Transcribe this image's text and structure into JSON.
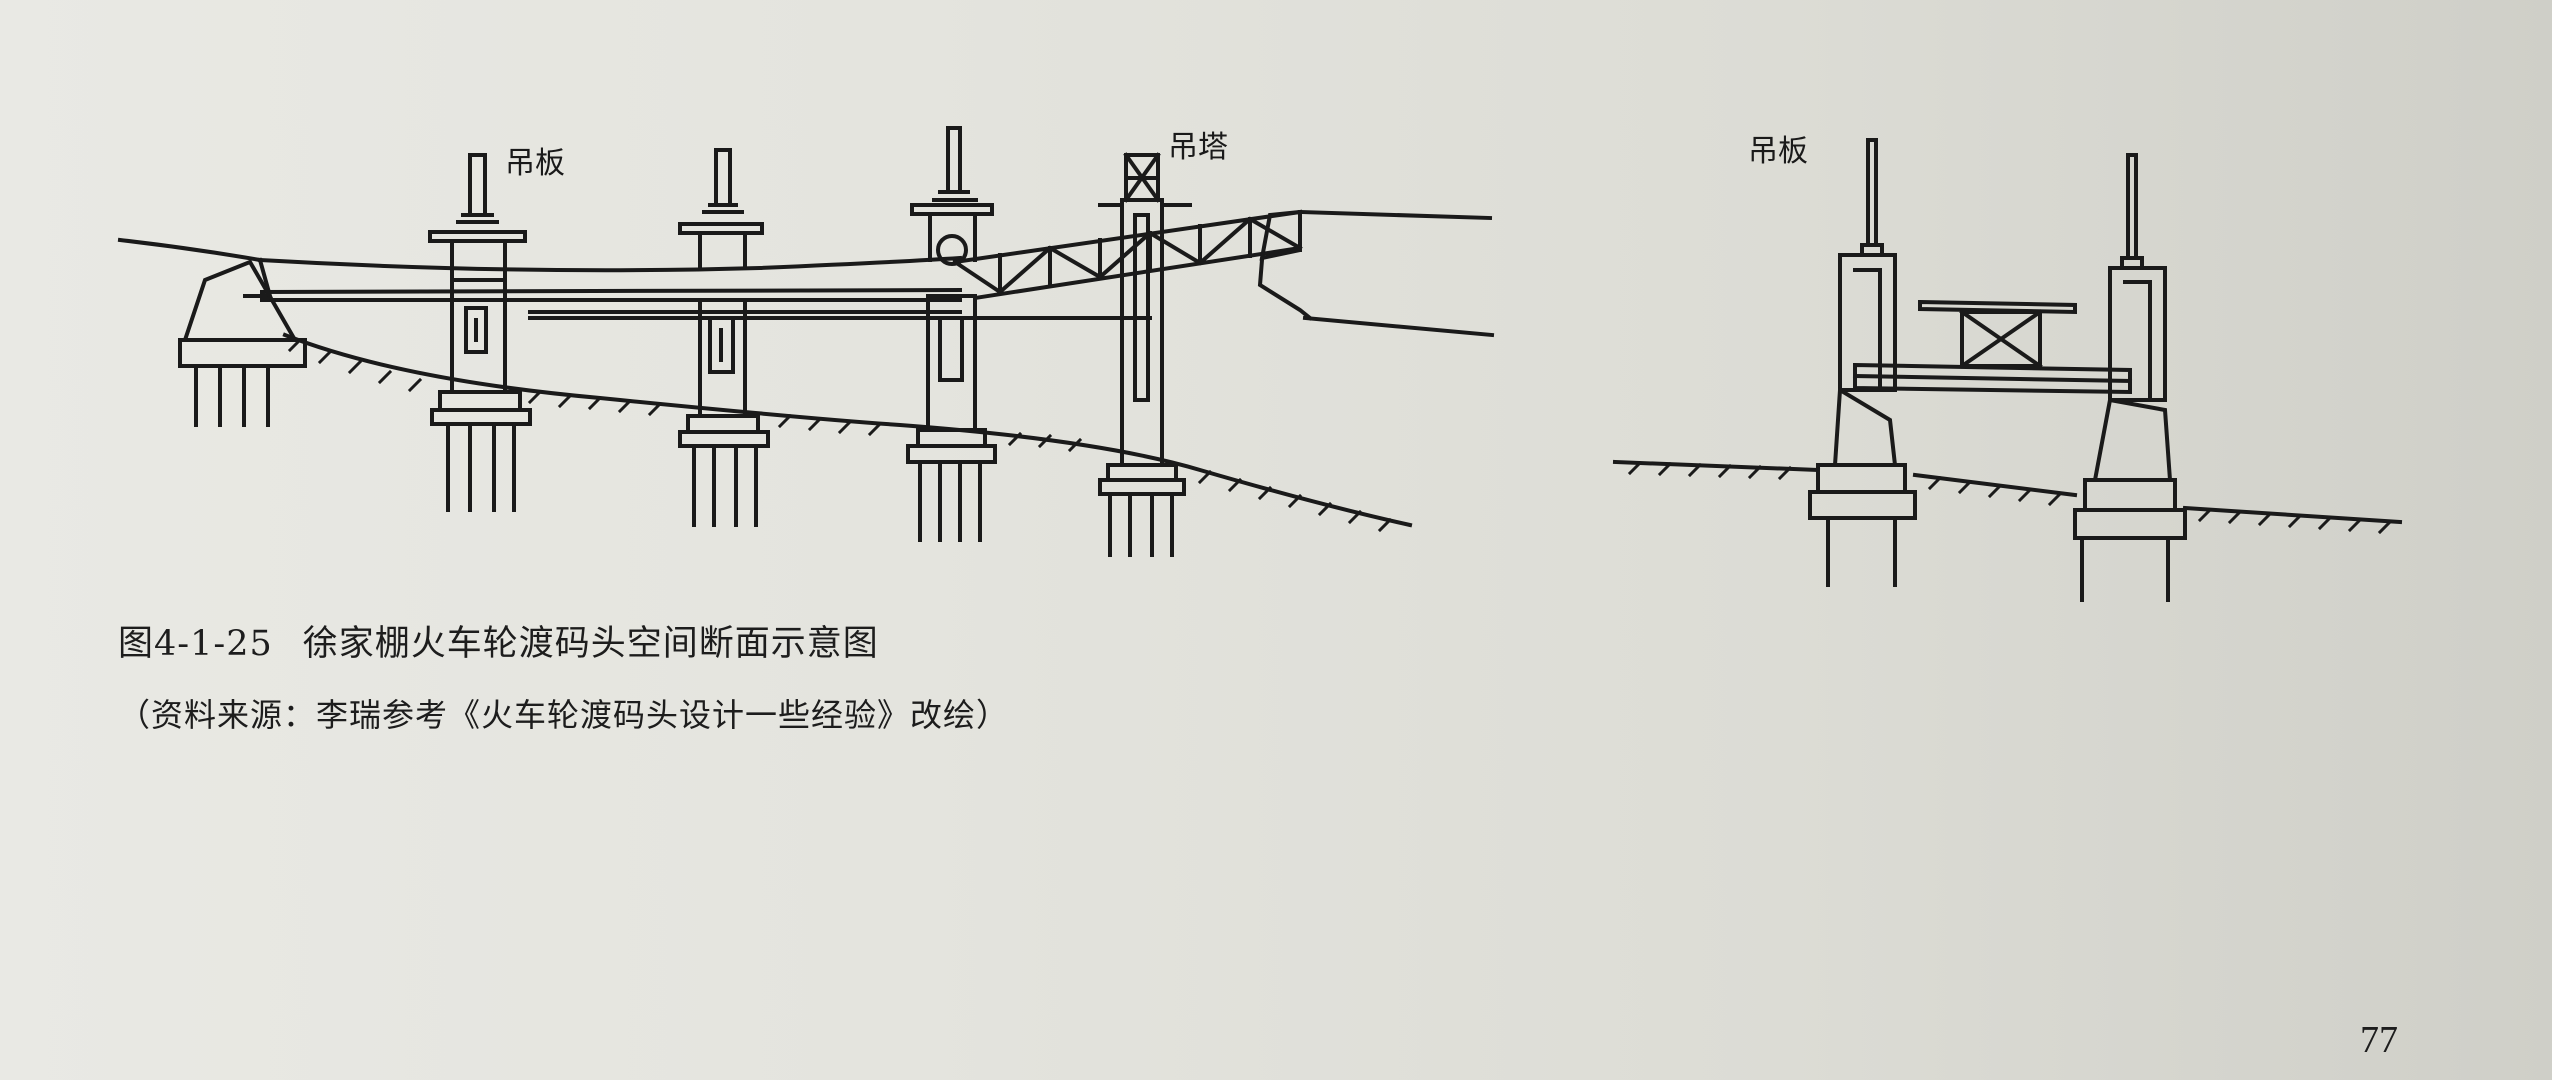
{
  "labels": {
    "left_hanging_plate": "吊板",
    "hanging_tower": "吊塔",
    "right_hanging_plate": "吊板"
  },
  "caption": {
    "number": "图4-1-25",
    "title": "徐家棚火车轮渡码头空间断面示意图"
  },
  "source_note": "（资料来源：李瑞参考《火车轮渡码头设计一些经验》改绘）",
  "page_number": "77"
}
